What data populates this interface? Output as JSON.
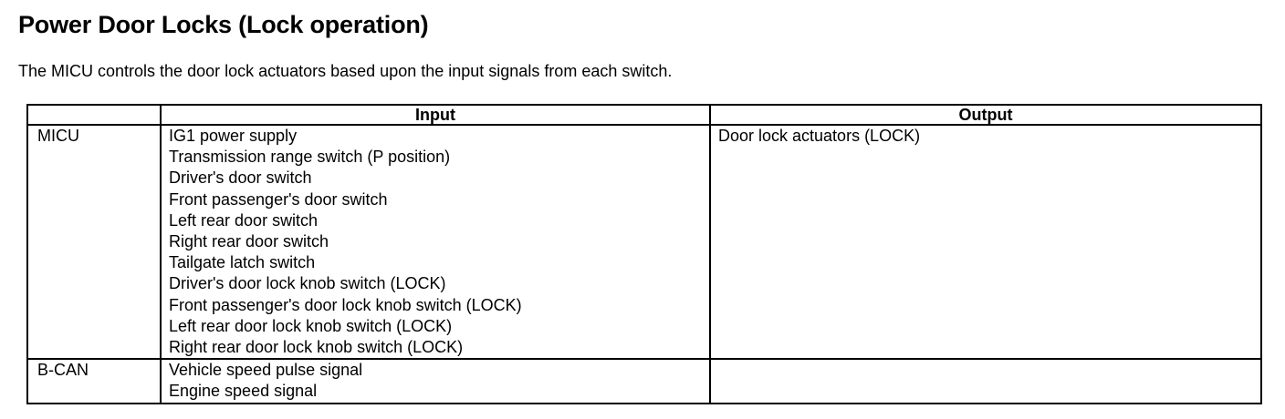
{
  "page": {
    "title": "Power Door Locks (Lock operation)",
    "intro": "The MICU controls the door lock actuators based upon the input signals from each switch."
  },
  "table": {
    "headers": {
      "system": "",
      "input": "Input",
      "output": "Output"
    },
    "rows": [
      {
        "system": "MICU",
        "inputs": [
          "IG1 power supply",
          "Transmission range switch (P position)",
          "Driver's door switch",
          "Front passenger's door switch",
          "Left rear door switch",
          "Right rear door switch",
          "Tailgate latch switch",
          "Driver's door lock knob switch (LOCK)",
          "Front passenger's door lock knob switch (LOCK)",
          "Left rear door lock knob switch (LOCK)",
          "Right rear door lock knob switch (LOCK)"
        ],
        "output": "Door lock actuators (LOCK)"
      },
      {
        "system": "B-CAN",
        "inputs": [
          "Vehicle speed pulse signal",
          "Engine speed signal"
        ],
        "output": ""
      }
    ]
  }
}
